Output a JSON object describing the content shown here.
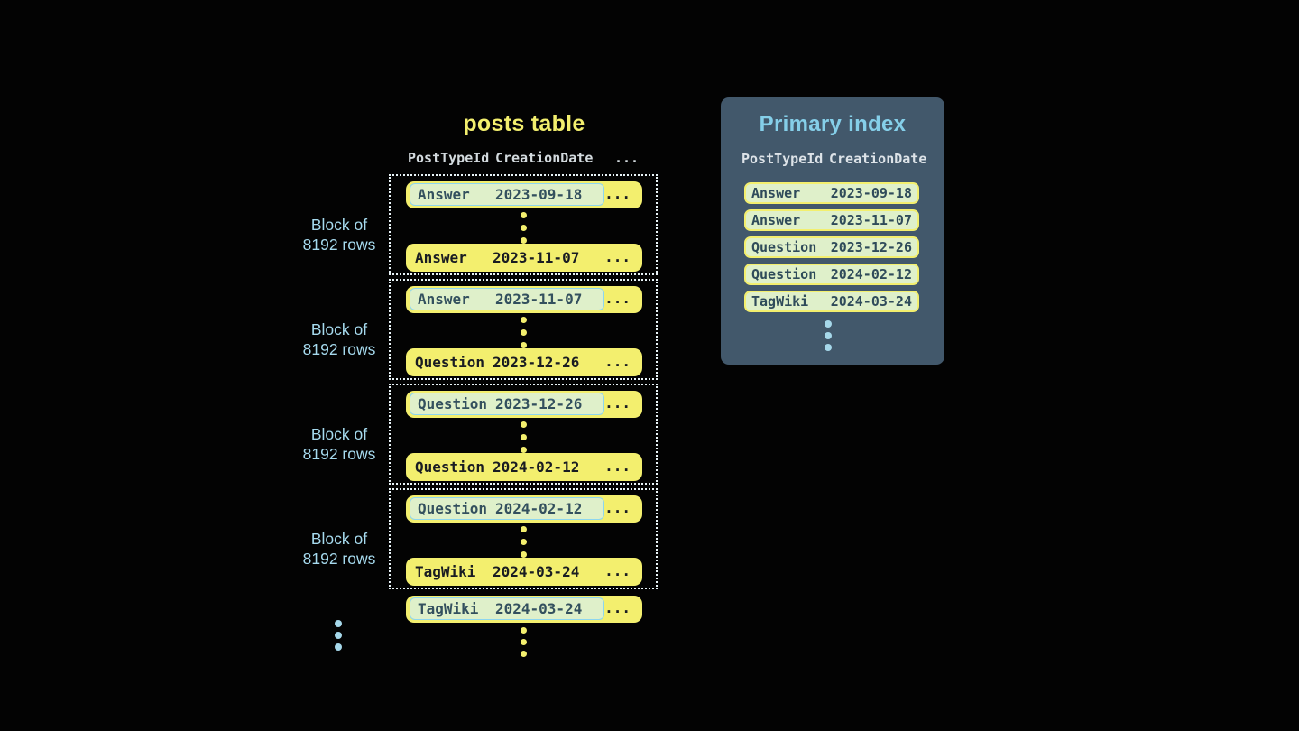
{
  "posts_table": {
    "title": "posts table",
    "headers": {
      "post_type_id": "PostTypeId",
      "creation_date": "CreationDate",
      "more": "..."
    },
    "block_label": {
      "line1": "Block of",
      "line2": "8192 rows"
    },
    "ellipsis": "...",
    "blocks": [
      {
        "first": {
          "type": "Answer",
          "date": "2023-09-18"
        },
        "last": {
          "type": "Answer",
          "date": "2023-11-07"
        }
      },
      {
        "first": {
          "type": "Answer",
          "date": "2023-11-07"
        },
        "last": {
          "type": "Question",
          "date": "2023-12-26"
        }
      },
      {
        "first": {
          "type": "Question",
          "date": "2023-12-26"
        },
        "last": {
          "type": "Question",
          "date": "2024-02-12"
        }
      },
      {
        "first": {
          "type": "Question",
          "date": "2024-02-12"
        },
        "last": {
          "type": "TagWiki",
          "date": "2024-03-24"
        }
      }
    ],
    "overflow_row": {
      "type": "TagWiki",
      "date": "2024-03-24"
    }
  },
  "primary_index": {
    "title": "Primary index",
    "headers": {
      "post_type_id": "PostTypeId",
      "creation_date": "CreationDate"
    },
    "rows": [
      {
        "type": "Answer",
        "date": "2023-09-18"
      },
      {
        "type": "Answer",
        "date": "2023-11-07"
      },
      {
        "type": "Question",
        "date": "2023-12-26"
      },
      {
        "type": "Question",
        "date": "2024-02-12"
      },
      {
        "type": "TagWiki",
        "date": "2024-03-24"
      }
    ]
  },
  "colors": {
    "background": "#030303",
    "row_yellow": "#f3ef6e",
    "highlight_mint": "#dff0ca",
    "highlight_border_blue": "#8dd6f0",
    "panel_slate": "#42586b",
    "index_title_blue": "#85cfe9",
    "label_blue": "#a6daee",
    "header_gray": "#d3dade",
    "dark_text": "#191c22",
    "slate_text": "#33505e",
    "dotted_border": "#e9f4f8"
  }
}
